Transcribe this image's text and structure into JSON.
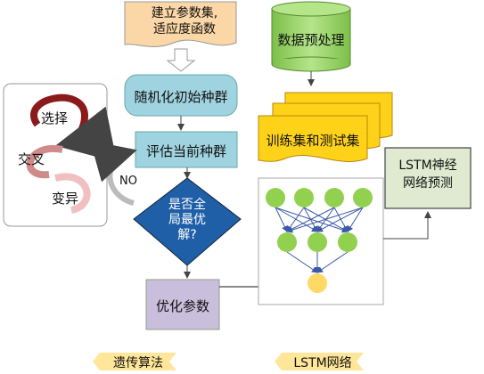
{
  "ga_operators": {
    "selection": "选择",
    "crossover": "交叉",
    "mutation": "变异"
  },
  "flow": {
    "build_params": [
      "建立参数集,",
      "适应度函数"
    ],
    "init_population": "随机化初始种群",
    "evaluate": "评估当前种群",
    "decision": [
      "是否全",
      "局最优",
      "解?"
    ],
    "no_label": "NO",
    "optimize": "优化参数"
  },
  "lstm": {
    "preprocess": "数据预处理",
    "train_test": "训练集和测试集",
    "predict": [
      "LSTM神经",
      "网络预测"
    ]
  },
  "footer": {
    "ga_label": "遗传算法",
    "lstm_label": "LSTM网络"
  },
  "colors": {
    "build_fill": "#fbd6a6",
    "process_fill": "#9fd3df",
    "decision_fill": "#1f5fa8",
    "optimize_fill": "#c9bfdc",
    "database_fill": "#9cd86a",
    "train_fill": "#ffd21a",
    "predict_fill": "#e0ead0",
    "neuron_input": "#92d050",
    "neuron_output": "#ffd966",
    "footer_fill": "#ffe699",
    "arrow": "#3b5aa8"
  }
}
